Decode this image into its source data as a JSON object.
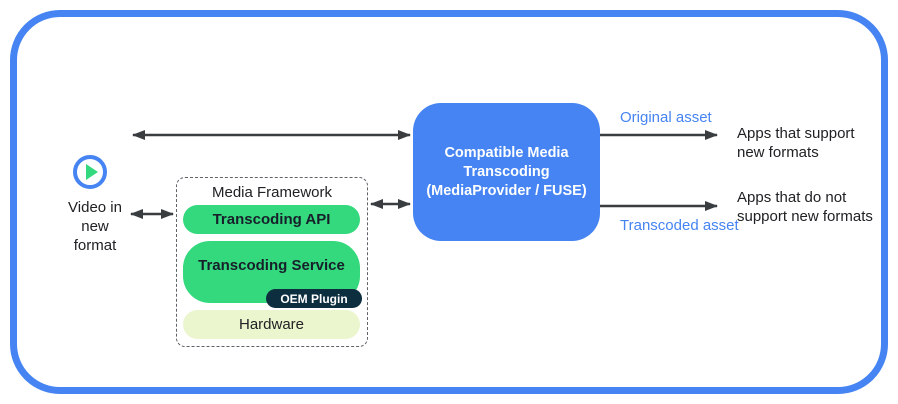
{
  "diagram": {
    "title_hint": "Compatible media transcoding architecture",
    "colors": {
      "frame_blue": "#4584f2",
      "box_blue": "#4584f2",
      "android_green": "#34d97e",
      "hardware_green": "#ebf6cf",
      "oem_navy": "#0d2e3f",
      "arrow_gray": "#3a3d40",
      "text_black": "#202124"
    },
    "source": {
      "icon": "play-icon",
      "label_lines": [
        "Video in",
        "new",
        "format"
      ]
    },
    "framework": {
      "title": "Media Framework",
      "api_label": "Transcoding API",
      "service_label": "Transcoding Service",
      "oem_label": "OEM Plugin",
      "hardware_label": "Hardware"
    },
    "transcoder": {
      "lines": [
        "Compatible Media",
        "Transcoding",
        "(MediaProvider / FUSE)"
      ]
    },
    "outputs": [
      {
        "asset_label": "Original asset",
        "target_lines": [
          "Apps that support",
          "new formats"
        ]
      },
      {
        "asset_label": "Transcoded asset",
        "target_lines": [
          "Apps that do not",
          "support new formats"
        ]
      }
    ]
  }
}
